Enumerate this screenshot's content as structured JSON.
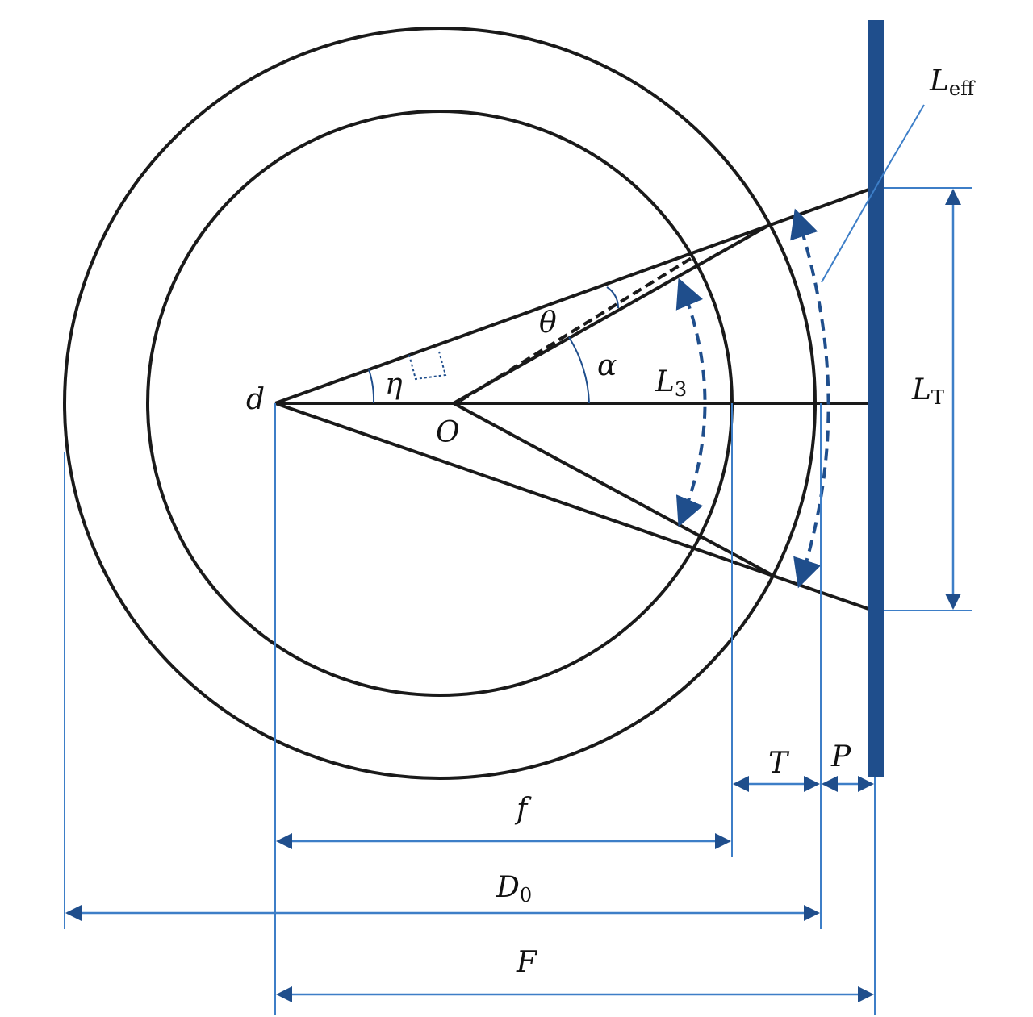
{
  "colors": {
    "stroke": "#1a1a1a",
    "accent": "#1f4e8c",
    "dim": "#3d7ec7"
  },
  "labels": {
    "d": "d",
    "O": "O",
    "eta": "η",
    "theta": "θ",
    "alpha": "α",
    "L3_main": "L",
    "L3_sub": "3",
    "LT_main": "L",
    "LT_sub": "T",
    "Leff_main": "L",
    "Leff_sub": "eff",
    "T": "T",
    "P": "P",
    "f": "f",
    "D0_main": "D",
    "D0_sub": "0",
    "F": "F"
  }
}
